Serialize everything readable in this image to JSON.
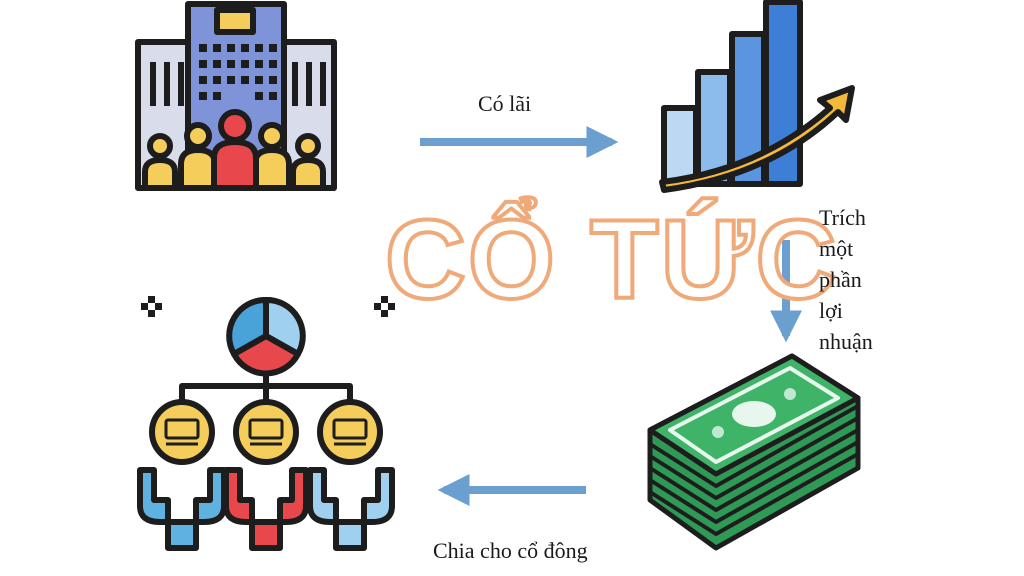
{
  "title": "CỔ TỨC",
  "steps": {
    "profit": "Có lãi",
    "split": [
      "Trích",
      "một",
      "phần",
      "lợi",
      "nhuận"
    ],
    "share": "Chia cho cổ đông"
  },
  "nodes": [
    {
      "id": "company",
      "icon": "company-building-people-icon"
    },
    {
      "id": "growth",
      "icon": "growth-bar-chart-icon"
    },
    {
      "id": "money",
      "icon": "money-stack-icon"
    },
    {
      "id": "shareholders",
      "icon": "shareholders-distribution-icon"
    }
  ],
  "colors": {
    "arrow": "#6a9fd0",
    "title_stroke": "#f0a978",
    "building": "#7f93d8",
    "money": "#2f9a55",
    "people_red": "#e8474c",
    "people_yellow": "#f4cd5b",
    "people_blue": "#5fb2e0"
  }
}
